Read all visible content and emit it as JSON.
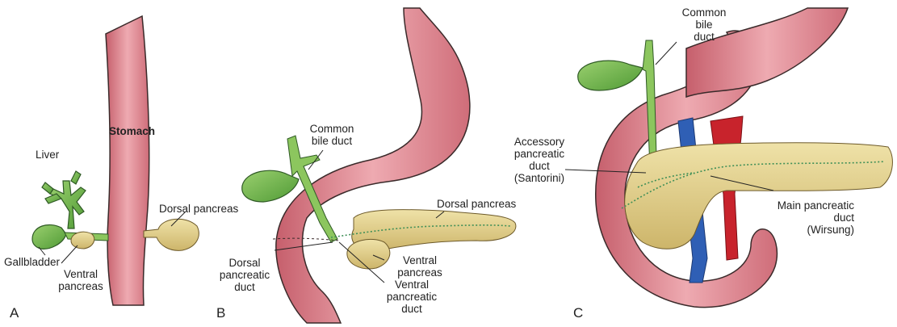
{
  "panels": [
    {
      "letter": "A",
      "labels": {
        "liver": "Liver",
        "stomach": "Stomach",
        "dorsal_pancreas": "Dorsal pancreas",
        "gallbladder": "Gallbladder",
        "ventral_pancreas_1": "Ventral",
        "ventral_pancreas_2": "pancreas"
      }
    },
    {
      "letter": "B",
      "labels": {
        "common_bile_duct_1": "Common",
        "common_bile_duct_2": "bile duct",
        "dorsal_pancreas": "Dorsal pancreas",
        "dorsal_duct_1": "Dorsal",
        "dorsal_duct_2": "pancreatic",
        "dorsal_duct_3": "duct",
        "ventral_pancreas_1": "Ventral",
        "ventral_pancreas_2": "pancreas",
        "ventral_duct_1": "Ventral",
        "ventral_duct_2": "pancreatic",
        "ventral_duct_3": "duct"
      }
    },
    {
      "letter": "C",
      "labels": {
        "common_bile_duct_1": "Common",
        "common_bile_duct_2": "bile",
        "common_bile_duct_3": "duct",
        "accessory_duct_1": "Accessory",
        "accessory_duct_2": "pancreatic",
        "accessory_duct_3": "duct",
        "accessory_duct_4": "(Santorini)",
        "main_duct_1": "Main pancreatic",
        "main_duct_2": "duct",
        "main_duct_3": "(Wirsung)"
      }
    }
  ],
  "colors": {
    "stomach": "#d9818b",
    "organ_outline": "#3a2a2a",
    "liver_green": "#7cbf52",
    "pancreas": "#e3d089",
    "duct_dots": "#3f8f57",
    "vein": "#2f5fb5",
    "artery": "#c8232c"
  }
}
